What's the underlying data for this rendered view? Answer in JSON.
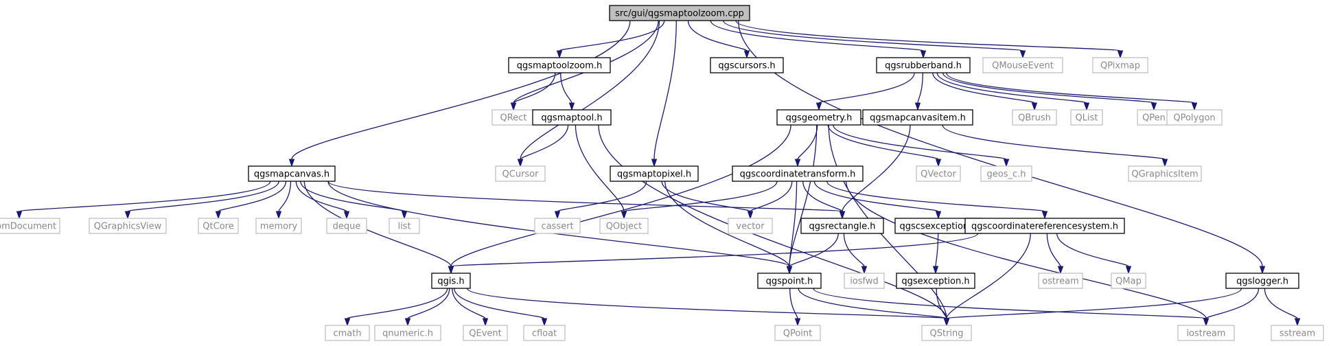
{
  "nodes": {
    "root": {
      "label": "src/gui/qgsmaptoolzoom.cpp",
      "kind": "root"
    },
    "qgsmaptoolzoom_h": {
      "label": "qgsmaptoolzoom.h",
      "kind": "project"
    },
    "qgscursors_h": {
      "label": "qgscursors.h",
      "kind": "project"
    },
    "qgsrubberband_h": {
      "label": "qgsrubberband.h",
      "kind": "project"
    },
    "QMouseEvent": {
      "label": "QMouseEvent",
      "kind": "ext"
    },
    "QPixmap": {
      "label": "QPixmap",
      "kind": "ext"
    },
    "QRect": {
      "label": "QRect",
      "kind": "ext"
    },
    "qgsmaptool_h": {
      "label": "qgsmaptool.h",
      "kind": "project"
    },
    "qgsgeometry_h": {
      "label": "qgsgeometry.h",
      "kind": "project"
    },
    "qgsmapcanvasitem_h": {
      "label": "qgsmapcanvasitem.h",
      "kind": "project"
    },
    "QBrush": {
      "label": "QBrush",
      "kind": "ext"
    },
    "QList": {
      "label": "QList",
      "kind": "ext"
    },
    "QPen": {
      "label": "QPen",
      "kind": "ext"
    },
    "QPolygon": {
      "label": "QPolygon",
      "kind": "ext"
    },
    "qgsmapcanvas_h": {
      "label": "qgsmapcanvas.h",
      "kind": "project"
    },
    "QCursor": {
      "label": "QCursor",
      "kind": "ext"
    },
    "qgsmaptopixel_h": {
      "label": "qgsmaptopixel.h",
      "kind": "project"
    },
    "qgscoordinatetransform_h": {
      "label": "qgscoordinatetransform.h",
      "kind": "project"
    },
    "QVector": {
      "label": "QVector",
      "kind": "ext"
    },
    "geos_c_h": {
      "label": "geos_c.h",
      "kind": "ext"
    },
    "QGraphicsItem": {
      "label": "QGraphicsItem",
      "kind": "ext"
    },
    "QDomDocument": {
      "label": "QDomDocument",
      "kind": "ext"
    },
    "QGraphicsView": {
      "label": "QGraphicsView",
      "kind": "ext"
    },
    "QtCore": {
      "label": "QtCore",
      "kind": "ext"
    },
    "memory": {
      "label": "memory",
      "kind": "ext"
    },
    "deque": {
      "label": "deque",
      "kind": "ext"
    },
    "list": {
      "label": "list",
      "kind": "ext"
    },
    "cassert": {
      "label": "cassert",
      "kind": "ext"
    },
    "QObject": {
      "label": "QObject",
      "kind": "ext"
    },
    "vector": {
      "label": "vector",
      "kind": "ext"
    },
    "qgsrectangle_h": {
      "label": "qgsrectangle.h",
      "kind": "project"
    },
    "qgscsexception_h": {
      "label": "qgscsexception.h",
      "kind": "project"
    },
    "qgscoordinatereferencesystem_h": {
      "label": "qgscoordinatereferencesystem.h",
      "kind": "project"
    },
    "qgis_h": {
      "label": "qgis.h",
      "kind": "project"
    },
    "qgspoint_h": {
      "label": "qgspoint.h",
      "kind": "project"
    },
    "iosfwd": {
      "label": "iosfwd",
      "kind": "ext"
    },
    "qgsexception_h": {
      "label": "qgsexception.h",
      "kind": "project"
    },
    "ostream": {
      "label": "ostream",
      "kind": "ext"
    },
    "QMap": {
      "label": "QMap",
      "kind": "ext"
    },
    "qgslogger_h": {
      "label": "qgslogger.h",
      "kind": "project"
    },
    "cmath": {
      "label": "cmath",
      "kind": "ext"
    },
    "qnumeric_h": {
      "label": "qnumeric.h",
      "kind": "ext"
    },
    "QEvent": {
      "label": "QEvent",
      "kind": "ext"
    },
    "cfloat": {
      "label": "cfloat",
      "kind": "ext"
    },
    "QString": {
      "label": "QString",
      "kind": "ext"
    },
    "QPoint": {
      "label": "QPoint",
      "kind": "ext"
    },
    "iostream": {
      "label": "iostream",
      "kind": "ext"
    },
    "sstream": {
      "label": "sstream",
      "kind": "ext"
    }
  },
  "edges": [
    [
      "root",
      "qgsmapcanvas_h"
    ],
    [
      "root",
      "QRect"
    ],
    [
      "root",
      "qgsmaptoolzoom_h"
    ],
    [
      "root",
      "QCursor"
    ],
    [
      "root",
      "qgsmaptopixel_h"
    ],
    [
      "root",
      "qgscursors_h"
    ],
    [
      "root",
      "qgsrubberband_h"
    ],
    [
      "root",
      "QMouseEvent"
    ],
    [
      "root",
      "QPixmap"
    ],
    [
      "root",
      "qgslogger_h"
    ],
    [
      "qgsmaptoolzoom_h",
      "QRect"
    ],
    [
      "qgsmaptoolzoom_h",
      "qgsmaptool_h"
    ],
    [
      "qgsmaptool_h",
      "QCursor"
    ],
    [
      "qgsmaptool_h",
      "QObject"
    ],
    [
      "qgsmaptool_h",
      "QString"
    ],
    [
      "qgsrubberband_h",
      "qgsgeometry_h"
    ],
    [
      "qgsrubberband_h",
      "qgsmapcanvasitem_h"
    ],
    [
      "qgsrubberband_h",
      "QBrush"
    ],
    [
      "qgsrubberband_h",
      "QList"
    ],
    [
      "qgsrubberband_h",
      "QPen"
    ],
    [
      "qgsrubberband_h",
      "QPolygon"
    ],
    [
      "qgsmapcanvasitem_h",
      "QGraphicsItem"
    ],
    [
      "qgsmapcanvasitem_h",
      "qgsrectangle_h"
    ],
    [
      "qgsgeometry_h",
      "qgis_h"
    ],
    [
      "qgsgeometry_h",
      "qgspoint_h"
    ],
    [
      "qgsgeometry_h",
      "qgscoordinatetransform_h"
    ],
    [
      "qgsgeometry_h",
      "QVector"
    ],
    [
      "qgsgeometry_h",
      "geos_c_h"
    ],
    [
      "qgsgeometry_h",
      "QString"
    ],
    [
      "qgsmapcanvas_h",
      "QDomDocument"
    ],
    [
      "qgsmapcanvas_h",
      "QGraphicsView"
    ],
    [
      "qgsmapcanvas_h",
      "QtCore"
    ],
    [
      "qgsmapcanvas_h",
      "memory"
    ],
    [
      "qgsmapcanvas_h",
      "deque"
    ],
    [
      "qgsmapcanvas_h",
      "list"
    ],
    [
      "qgsmapcanvas_h",
      "qgsrectangle_h"
    ],
    [
      "qgsmapcanvas_h",
      "qgspoint_h"
    ],
    [
      "qgsmapcanvas_h",
      "qgis_h"
    ],
    [
      "qgsmaptopixel_h",
      "cassert"
    ],
    [
      "qgsmaptopixel_h",
      "vector"
    ],
    [
      "qgsmaptopixel_h",
      "qgspoint_h"
    ],
    [
      "qgscoordinatetransform_h",
      "QObject"
    ],
    [
      "qgscoordinatetransform_h",
      "vector"
    ],
    [
      "qgscoordinatetransform_h",
      "qgsrectangle_h"
    ],
    [
      "qgscoordinatetransform_h",
      "qgspoint_h"
    ],
    [
      "qgscoordinatetransform_h",
      "qgscsexception_h"
    ],
    [
      "qgscoordinatetransform_h",
      "qgscoordinatereferencesystem_h"
    ],
    [
      "qgscoordinatetransform_h",
      "iostream"
    ],
    [
      "qgsrectangle_h",
      "qgspoint_h"
    ],
    [
      "qgsrectangle_h",
      "iosfwd"
    ],
    [
      "qgscsexception_h",
      "qgsexception_h"
    ],
    [
      "qgsexception_h",
      "QString"
    ],
    [
      "qgscoordinatereferencesystem_h",
      "qgis_h"
    ],
    [
      "qgscoordinatereferencesystem_h",
      "ostream"
    ],
    [
      "qgscoordinatereferencesystem_h",
      "QMap"
    ],
    [
      "qgscoordinatereferencesystem_h",
      "QString"
    ],
    [
      "qgis_h",
      "cmath"
    ],
    [
      "qgis_h",
      "qnumeric_h"
    ],
    [
      "qgis_h",
      "QEvent"
    ],
    [
      "qgis_h",
      "cfloat"
    ],
    [
      "qgis_h",
      "QString"
    ],
    [
      "qgspoint_h",
      "QPoint"
    ],
    [
      "qgspoint_h",
      "QString"
    ],
    [
      "qgspoint_h",
      "iostream"
    ],
    [
      "qgslogger_h",
      "QString"
    ],
    [
      "qgslogger_h",
      "iostream"
    ],
    [
      "qgslogger_h",
      "sstream"
    ]
  ]
}
